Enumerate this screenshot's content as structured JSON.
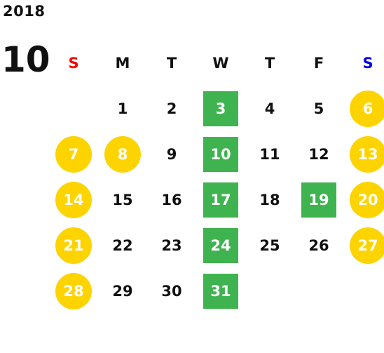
{
  "calendar": {
    "year": "2018",
    "month": "10",
    "weekdays": [
      "S",
      "M",
      "T",
      "W",
      "T",
      "F",
      "S"
    ],
    "colors": {
      "sunday_header": "#ff0000",
      "saturday_header": "#0000dd",
      "holiday_circle": "#fdd300",
      "closed_square": "#3fb34f",
      "day_text": "#111111",
      "highlight_text": "#ffffff"
    },
    "first_weekday_index": 1,
    "days": [
      {
        "label": "1",
        "style": "normal"
      },
      {
        "label": "2",
        "style": "normal"
      },
      {
        "label": "3",
        "style": "closed"
      },
      {
        "label": "4",
        "style": "normal"
      },
      {
        "label": "5",
        "style": "normal"
      },
      {
        "label": "6",
        "style": "holiday"
      },
      {
        "label": "7",
        "style": "holiday"
      },
      {
        "label": "8",
        "style": "holiday"
      },
      {
        "label": "9",
        "style": "normal"
      },
      {
        "label": "10",
        "style": "closed"
      },
      {
        "label": "11",
        "style": "normal"
      },
      {
        "label": "12",
        "style": "normal"
      },
      {
        "label": "13",
        "style": "holiday"
      },
      {
        "label": "14",
        "style": "holiday"
      },
      {
        "label": "15",
        "style": "normal"
      },
      {
        "label": "16",
        "style": "normal"
      },
      {
        "label": "17",
        "style": "closed"
      },
      {
        "label": "18",
        "style": "normal"
      },
      {
        "label": "19",
        "style": "closed"
      },
      {
        "label": "20",
        "style": "holiday"
      },
      {
        "label": "21",
        "style": "holiday"
      },
      {
        "label": "22",
        "style": "normal"
      },
      {
        "label": "23",
        "style": "normal"
      },
      {
        "label": "24",
        "style": "closed"
      },
      {
        "label": "25",
        "style": "normal"
      },
      {
        "label": "26",
        "style": "normal"
      },
      {
        "label": "27",
        "style": "holiday"
      },
      {
        "label": "28",
        "style": "holiday"
      },
      {
        "label": "29",
        "style": "normal"
      },
      {
        "label": "30",
        "style": "normal"
      },
      {
        "label": "31",
        "style": "closed"
      }
    ]
  }
}
